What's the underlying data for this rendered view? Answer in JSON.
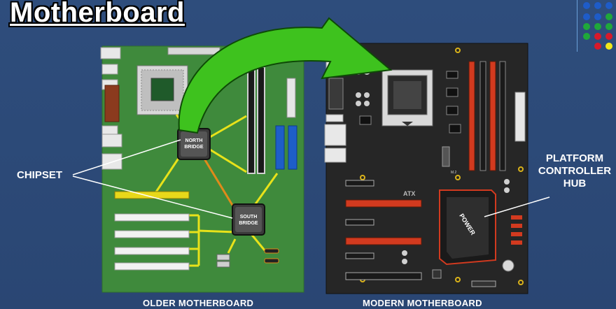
{
  "title": "Motherboard",
  "left_board": {
    "caption": "OLDER MOTHERBOARD",
    "north_bridge": [
      "NORTH",
      "BRIDGE"
    ],
    "south_bridge": [
      "SOUTH",
      "BRIDGE"
    ]
  },
  "right_board": {
    "caption": "MODERN MOTHERBOARD",
    "atx_label": "ATX",
    "m2_label": "M.2",
    "pch_label": "POWER"
  },
  "callouts": {
    "chipset": "CHIPSET",
    "pch": [
      "PLATFORM",
      "CONTROLLER",
      "HUB"
    ]
  },
  "colors": {
    "background": "#2c4a78",
    "old_board": "#3f8a3c",
    "modern_board": "#262626",
    "arrow": "#3ec21e",
    "traces": "#e8e21a",
    "red_slot": "#d23a1f"
  }
}
